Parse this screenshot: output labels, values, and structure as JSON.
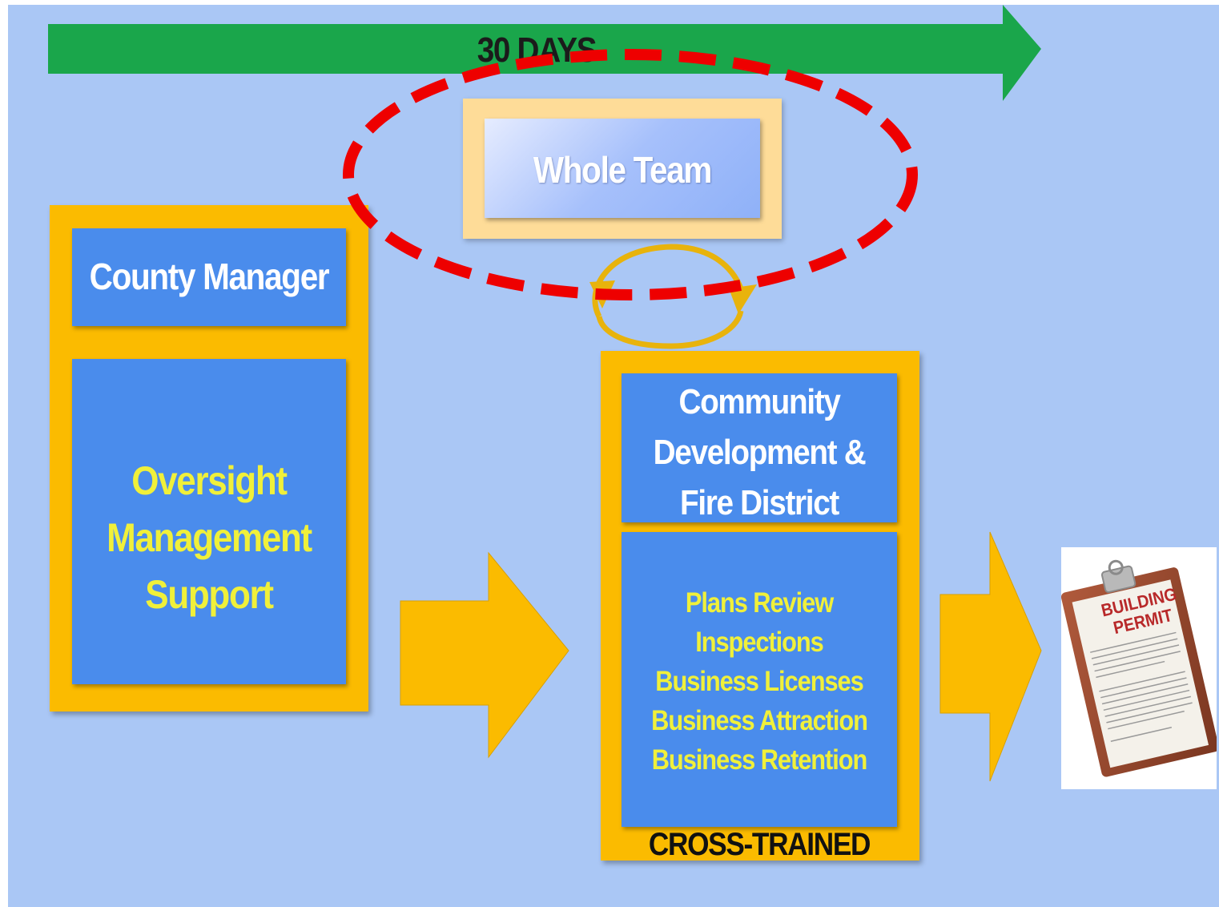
{
  "timeline": {
    "label": "30 DAYS"
  },
  "whole_team": {
    "label": "Whole Team"
  },
  "county": {
    "title": "County Manager",
    "roles": [
      "Oversight",
      "Management",
      "Support"
    ]
  },
  "community": {
    "title_lines": [
      "Community",
      "Development &",
      "Fire District"
    ],
    "services": [
      "Plans Review",
      "Inspections",
      "Business Licenses",
      "Business Attraction",
      "Business Retention"
    ],
    "footer": "CROSS-TRAINED"
  },
  "permit": {
    "line1": "BUILDING",
    "line2": "PERMIT"
  },
  "colors": {
    "background": "#aac7f5",
    "panel": "#fbbb00",
    "box": "#4a8cec",
    "banner": "#1aa64b",
    "highlight": "#ee0000",
    "role_text": "#f0f03a"
  }
}
